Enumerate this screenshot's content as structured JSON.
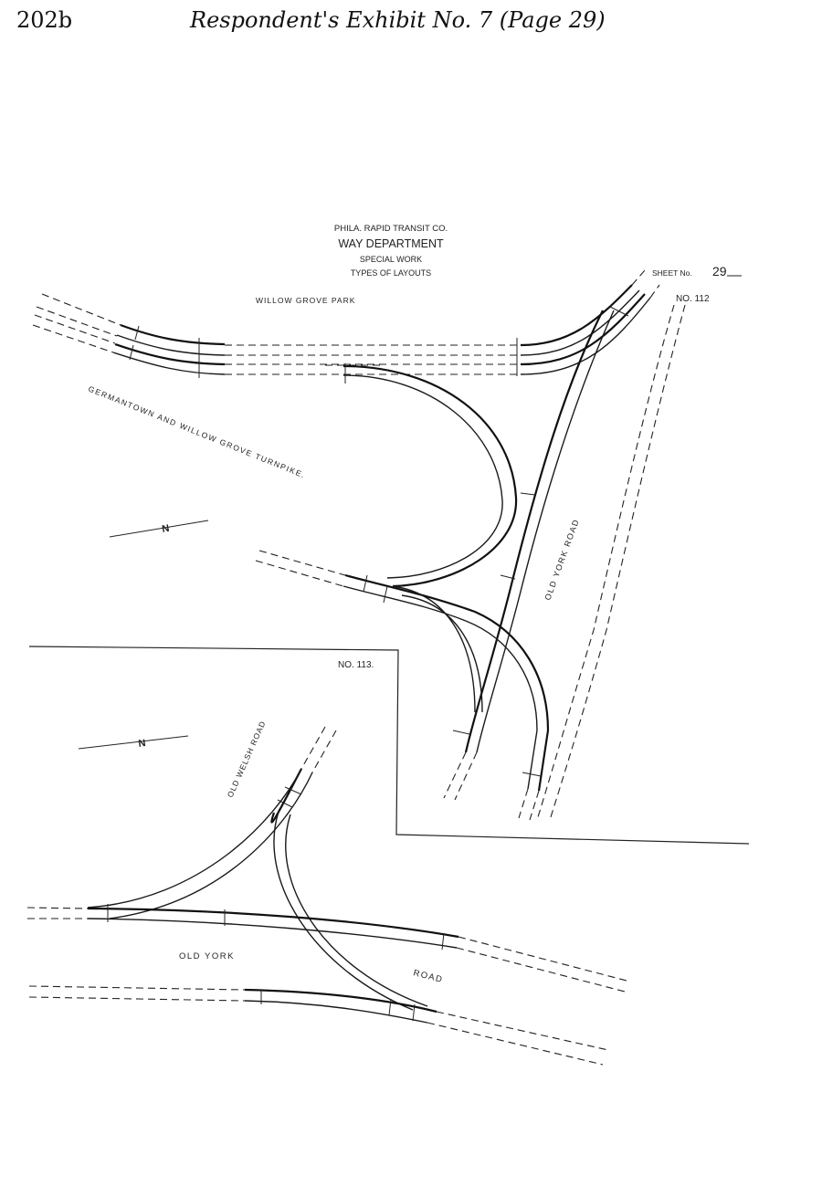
{
  "header": {
    "page_number": "202b",
    "title": "Respondent's Exhibit No. 7 (Page 29)"
  },
  "title_block": {
    "company": "PHILA. RAPID TRANSIT CO.",
    "department": "WAY DEPARTMENT",
    "subtitle": "SPECIAL WORK",
    "caption": "TYPES OF LAYOUTS"
  },
  "sheet": {
    "label": "SHEET No.",
    "number": "29"
  },
  "layout_112": {
    "number": "NO. 112",
    "labels": {
      "park": "WILLOW GROVE PARK",
      "turnpike": "GERMANTOWN AND WILLOW GROVE TURNPIKE.",
      "road": "OLD YORK ROAD"
    }
  },
  "layout_113": {
    "number": "NO. 113.",
    "labels": {
      "welsh_road": "OLD WELSH ROAD",
      "old_york": "OLD YORK",
      "road": "ROAD"
    }
  },
  "north_arrows": {
    "glyph": "N"
  },
  "colors": {
    "ink": "#1a1a1a",
    "paper": "#ffffff"
  }
}
